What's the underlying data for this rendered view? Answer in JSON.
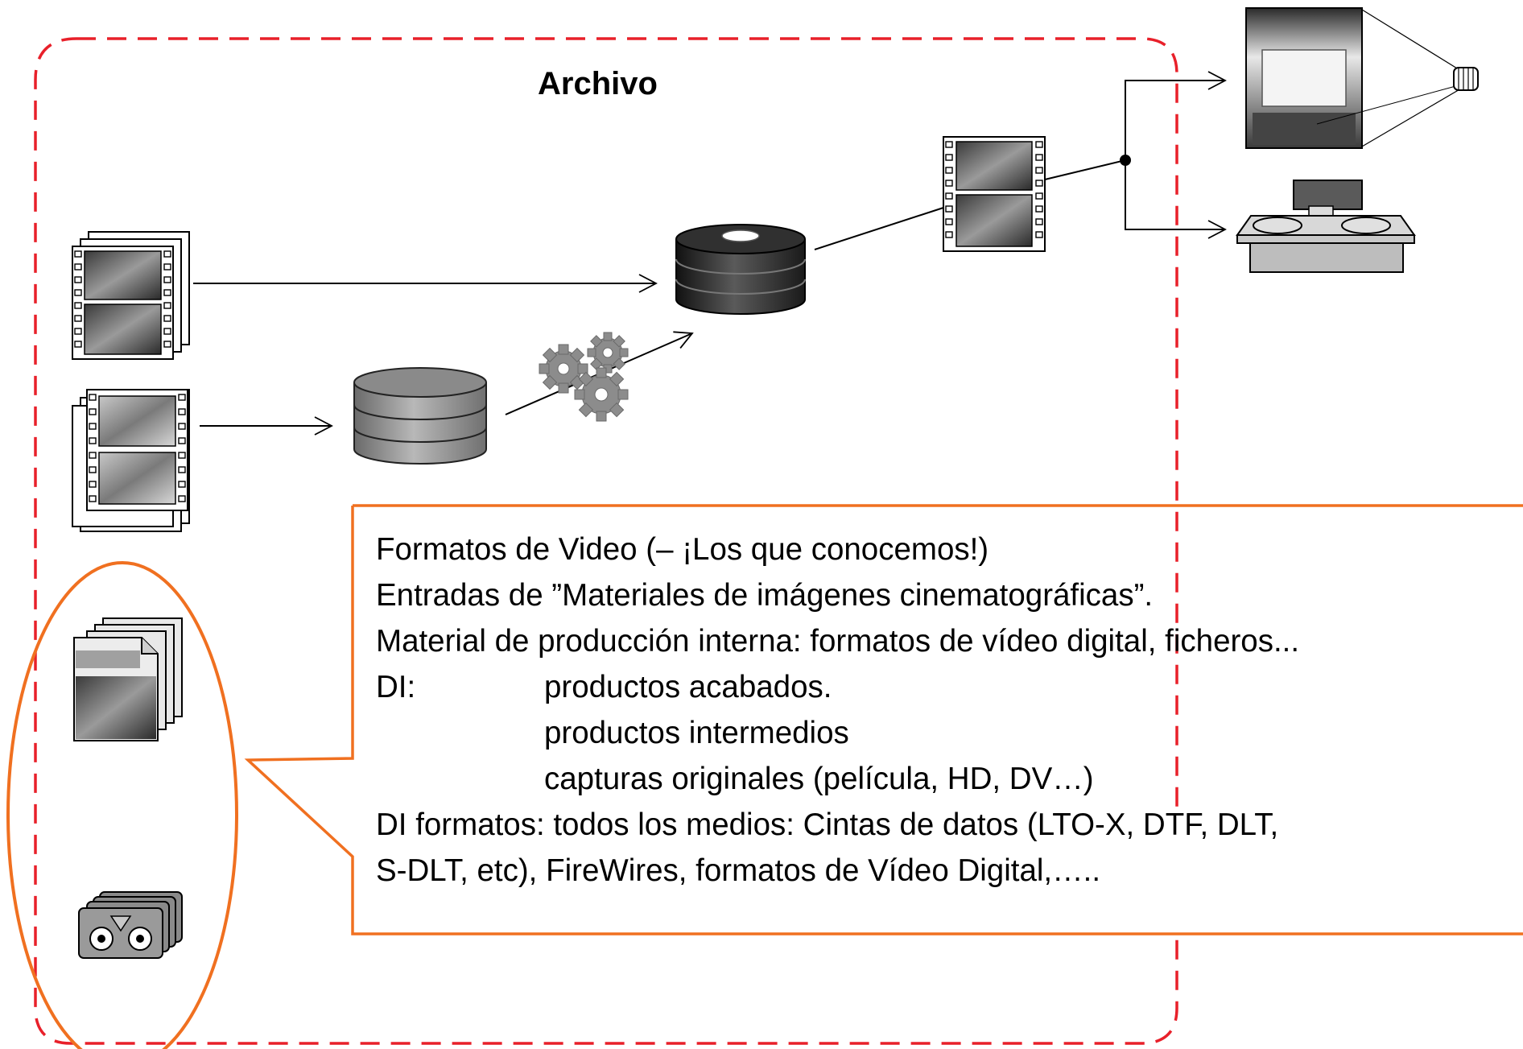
{
  "archive": {
    "title": "Archivo"
  },
  "callout": {
    "lines": [
      "Formatos de Video (– ¡Los que conocemos!)",
      "Entradas de ”Materiales de imágenes cinematográficas”.",
      "Material de producción interna: formatos de vídeo digital, ficheros..."
    ],
    "di_label": "DI:",
    "di_items": [
      "productos acabados.",
      "productos intermedios",
      "capturas originales (película, HD, DV…)"
    ],
    "di_formats": [
      "DI formatos: todos los medios: Cintas de datos (LTO-X, DTF, DLT,",
      "S-DLT, etc), FireWires, formatos de Vídeo Digital,….."
    ]
  },
  "colors": {
    "archive_border": "#e8202a",
    "callout_border": "#f07020",
    "disk_dark": "#303030",
    "disk_grey": "#8a8a8a"
  }
}
